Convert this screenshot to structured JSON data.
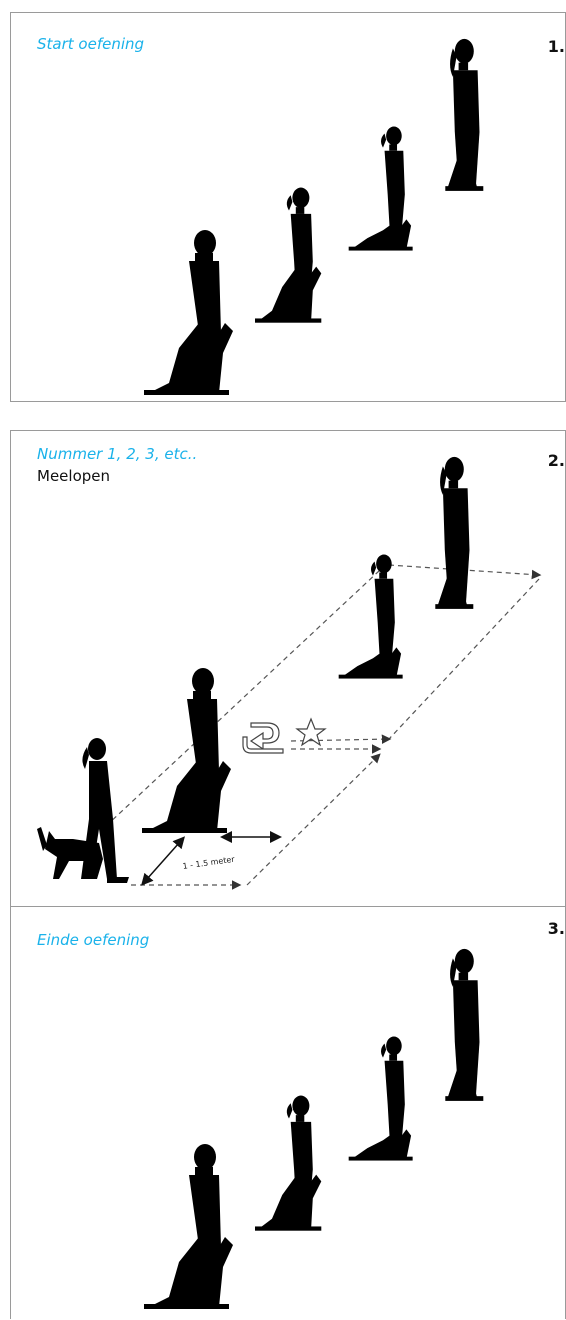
{
  "panels": [
    {
      "title": "Start oefening",
      "subtitle": "",
      "number": "1."
    },
    {
      "title": "Nummer 1, 2, 3, etc..",
      "subtitle": "Meelopen",
      "number": "2."
    },
    {
      "title": "Einde oefening",
      "subtitle": "",
      "number": "3."
    }
  ],
  "distance_label": "1 - 1.5 meter",
  "icons": [
    "u-turn-icon",
    "star-icon"
  ]
}
